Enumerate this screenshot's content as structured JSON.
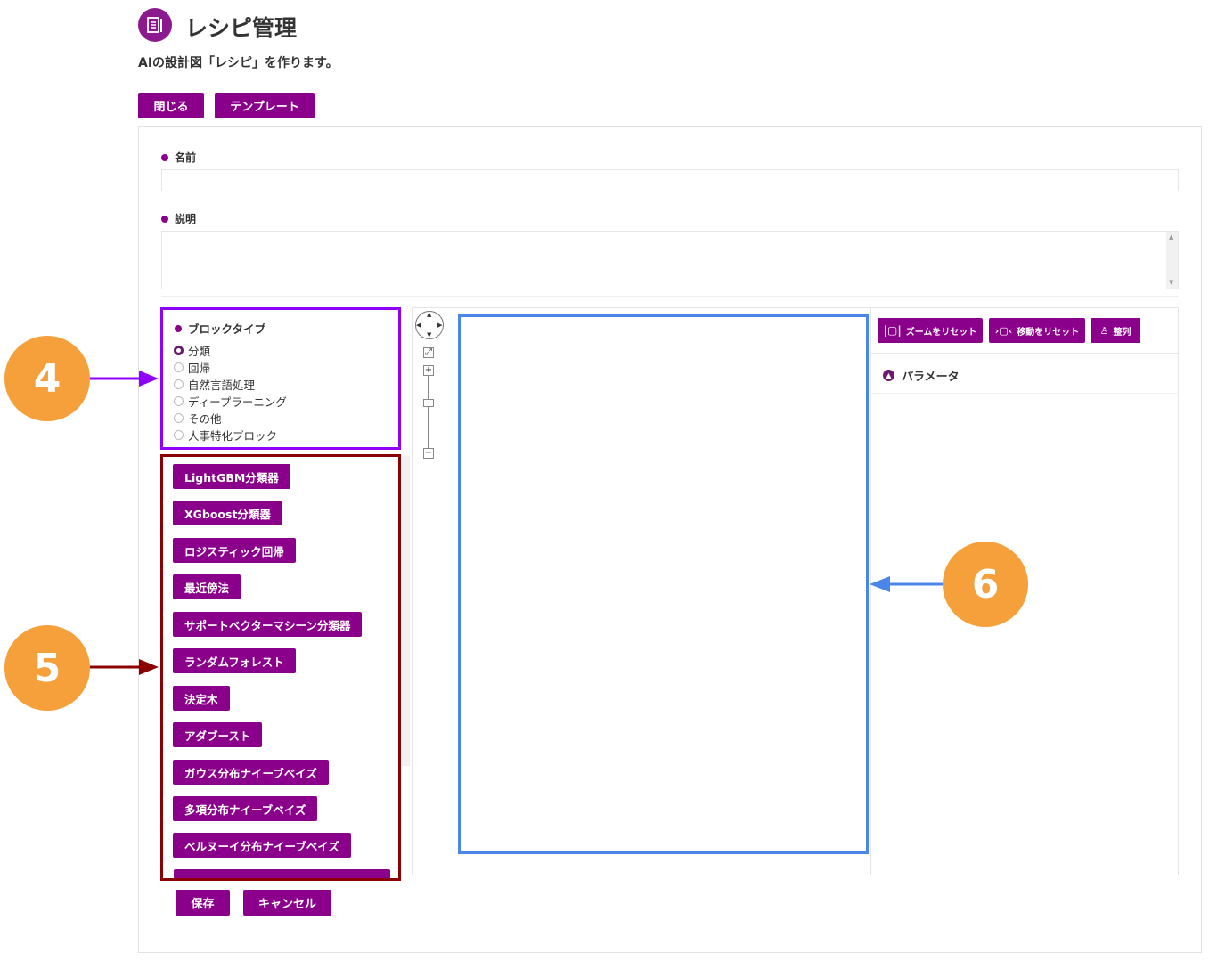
{
  "header": {
    "title": "レシピ管理",
    "subtitle": "AIの設計図「レシピ」を作ります。"
  },
  "top_buttons": {
    "close": "閉じる",
    "template": "テンプレート"
  },
  "form": {
    "name_label": "名前",
    "name_value": "",
    "description_label": "説明",
    "description_value": ""
  },
  "block_type": {
    "label": "ブロックタイプ",
    "options": [
      "分類",
      "回帰",
      "自然言語処理",
      "ディープラーニング",
      "その他",
      "人事特化ブロック"
    ],
    "selected": "分類"
  },
  "blocks": [
    "LightGBM分類器",
    "XGboost分類器",
    "ロジスティック回帰",
    "最近傍法",
    "サポートベクターマシーン分類器",
    "ランダムフォレスト",
    "決定木",
    "アダブースト",
    "ガウス分布ナイーブベイズ",
    "多項分布ナイーブベイズ",
    "ベルヌーイ分布ナイーブベイズ"
  ],
  "toolbar": {
    "reset_zoom": "ズームをリセット",
    "reset_move": "移動をリセット",
    "align": "整列"
  },
  "params": {
    "label": "パラメータ"
  },
  "bottom_buttons": {
    "save": "保存",
    "cancel": "キャンセル"
  },
  "annotations": {
    "badge4": "4",
    "badge5": "5",
    "badge6": "6"
  },
  "colors": {
    "accent": "#8b008b",
    "badge": "#f5a03a",
    "highlight_block_type": "#8f00ff",
    "highlight_blocks": "#8b0000",
    "highlight_canvas": "#4a86e8"
  }
}
